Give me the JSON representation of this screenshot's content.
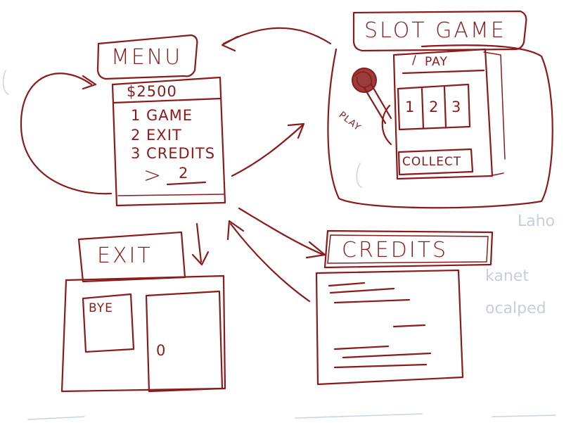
{
  "screens": {
    "menu": {
      "title": "MENU",
      "balance": "$2500",
      "items": [
        "1 GAME",
        "2 EXIT",
        "3 CREDITS"
      ],
      "prompt": ">",
      "input_value": "2"
    },
    "slot_game": {
      "title": "SLOT GAME",
      "pay_label": "PAY",
      "pay_marker": "/",
      "reels": [
        "1",
        "2",
        "3"
      ],
      "lever_label": "PLAY",
      "collect_label": "COLLECT"
    },
    "exit": {
      "title": "EXIT",
      "message": "BYE",
      "door_knob": "0"
    },
    "credits": {
      "title": "CREDITS"
    }
  },
  "background_notes": [
    "Laho",
    "kanet",
    "ocalped"
  ],
  "colors": {
    "ink": "#8b1a1a",
    "paper": "#ffffff",
    "faint_marker": "#c5cfe0"
  }
}
